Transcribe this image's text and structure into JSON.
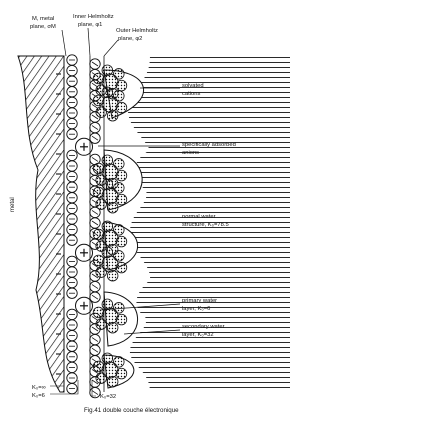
{
  "labels": {
    "metal_plane_l1": "M, metal",
    "metal_plane_l2": "plane, σM",
    "ihp_l1": "Inner Helmholtz",
    "ihp_l2": "plane, φ1",
    "ohp_l1": "Outer Helmholtz",
    "ohp_l2": "plane, φ2",
    "solvated_l1": "solvated",
    "solvated_l2": "cations",
    "specific_l1": "specifically adsorbed",
    "specific_l2": "anions",
    "normal_l1": "normal water",
    "normal_l2": "structure, K₀=78.5",
    "primary_l1": "primary water",
    "primary_l2": "layer, K₀=6",
    "secondary_l1": "secondary water",
    "secondary_l2": "layer, K₀=32",
    "metal_side": "metal",
    "k_infinity": "K₀=∞",
    "k_six": "K₀=6",
    "k_32": "K₀=32"
  },
  "caption": "Fig.41  double couche électronique",
  "colors": {
    "ink": "#111111",
    "paper": "#ffffff"
  }
}
